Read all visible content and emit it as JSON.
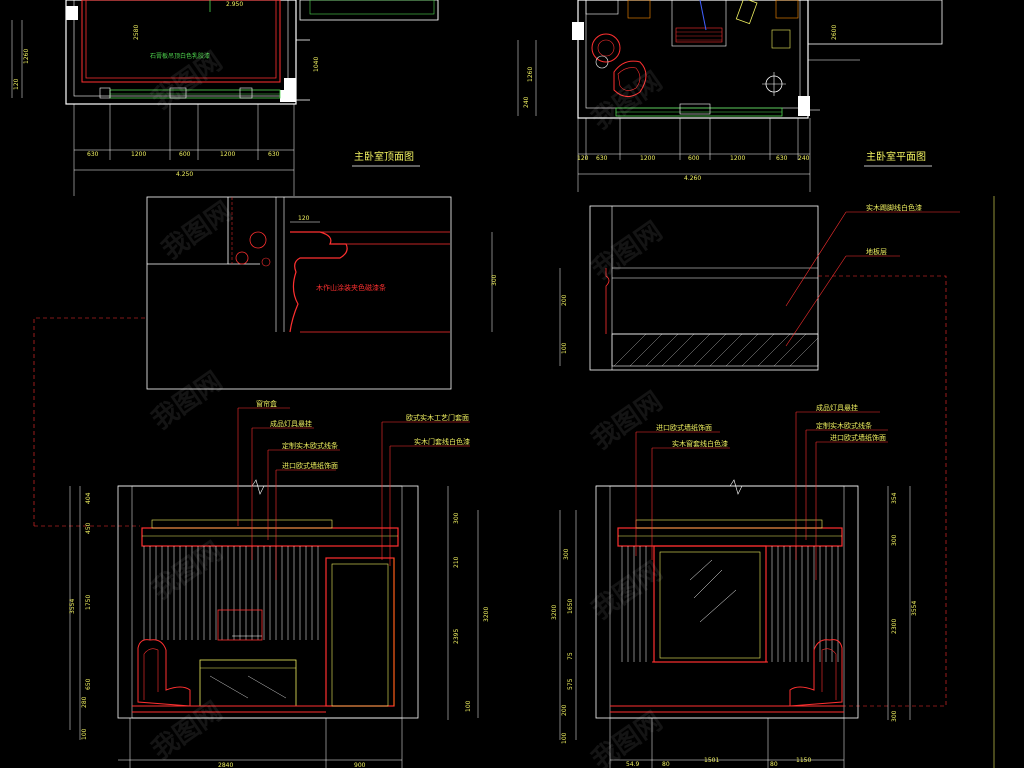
{
  "drawing": {
    "titles": {
      "ceiling_plan": "主卧室顶面图",
      "floor_plan": "主卧室平面图"
    },
    "ceiling_plan": {
      "room_note": "石膏板吊顶白色乳胶漆",
      "level_mark": "2.950",
      "dims_bottom": [
        "630",
        "1200",
        "600",
        "1200",
        "630"
      ],
      "dim_total": "4.250",
      "dims_left": [
        "1260",
        "120"
      ],
      "dim_left_inner": "2580",
      "dim_right": "1040"
    },
    "floor_plan": {
      "dims_bottom": [
        "120",
        "630",
        "1200",
        "600",
        "1200",
        "630",
        "240"
      ],
      "dim_total": "4.260",
      "dims_left": [
        "1260",
        "240"
      ],
      "dim_right": "2600"
    },
    "detail_cornice": {
      "label": "木作山涂装夹色磁漆条",
      "dim_top": "120",
      "dim_right": "300"
    },
    "detail_skirting": {
      "labels": [
        "实木踢脚线白色漆",
        "地板层"
      ],
      "dims_left": [
        "200",
        "100"
      ]
    },
    "elevation_left": {
      "callouts": [
        "窗帘盒",
        "成品灯具悬挂",
        "定制实木欧式线条",
        "进口欧式墙纸饰面",
        "欧式实木工艺门套面",
        "实木门套线白色漆"
      ],
      "dims_left": [
        "404",
        "450",
        "1750",
        "650",
        "280",
        "100"
      ],
      "dim_left_total": "3554",
      "dims_right": [
        "300",
        "210",
        "3200",
        "2395",
        "100"
      ],
      "dims_bottom": [
        "2840",
        "900"
      ]
    },
    "elevation_right": {
      "callouts_left": [
        "进口欧式墙纸饰面",
        "实木窗套线白色漆"
      ],
      "callouts_right": [
        "成品灯具悬挂",
        "定制实木欧式线条",
        "进口欧式墙纸饰面"
      ],
      "dims_left": [
        "300",
        "1650",
        "75",
        "575",
        "200",
        "100"
      ],
      "dim_left_total": "3200",
      "dims_right": [
        "354",
        "300",
        "2300",
        "300"
      ],
      "dim_right_total": "3554",
      "dims_bottom": [
        "54.9",
        "80",
        "1501",
        "80",
        "1150"
      ]
    },
    "watermark": "我图网"
  }
}
